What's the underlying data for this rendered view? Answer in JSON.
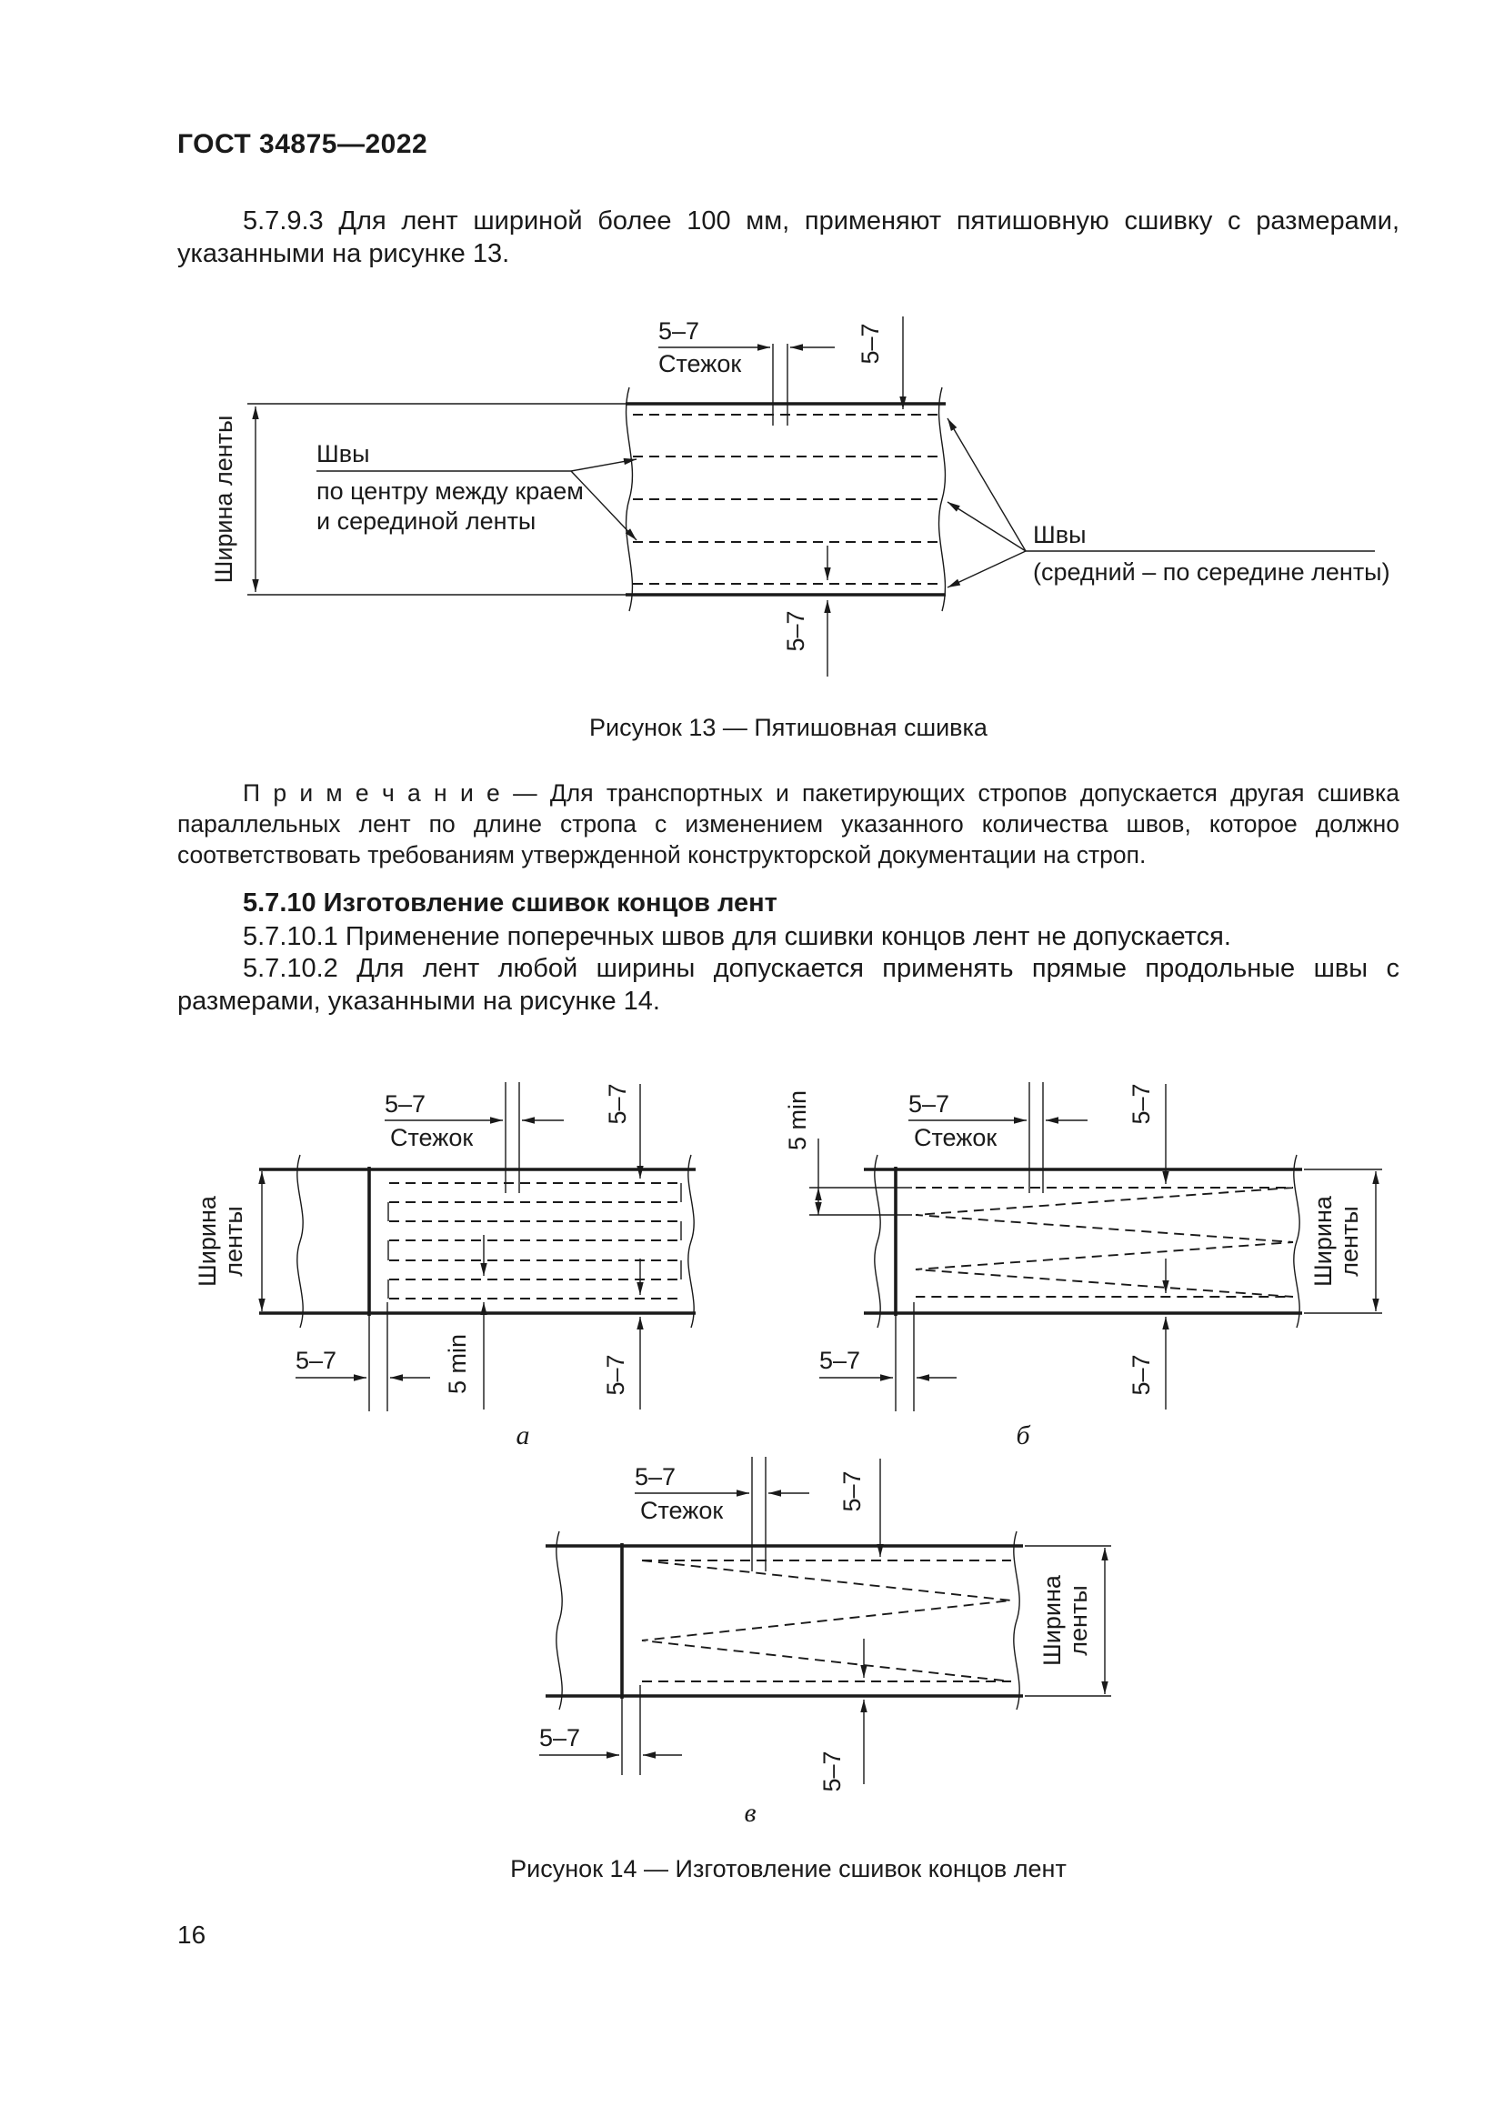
{
  "header": {
    "doc_number": "ГОСТ 34875—2022"
  },
  "paragraphs": {
    "p5793": "5.7.9.3 Для лент шириной более 100 мм, применяют пятишовную сшивку с размерами, указанными на рисунке 13.",
    "note": "П р и м е ч а н и е  — Для транспортных и пакетирующих стропов допускается другая сшивка параллельных лент по длине стропа с изменением указанного количества швов, которое должно соответствовать требованиям утвержденной конструкторской документации на строп.",
    "h5710": "5.7.10 Изготовление сшивок концов лент",
    "p57101": "5.7.10.1 Применение поперечных швов для сшивки концов лент не допускается.",
    "p57102": "5.7.10.2 Для лент любой ширины допускается применять прямые продольные швы с размерами, указанными на рисунке 14."
  },
  "figure13": {
    "caption": "Рисунок 13 — Пятишовная сшивка",
    "dim_57": "5–7",
    "stitch": "Стежок",
    "width_label": "Ширина ленты",
    "left_note_line1": "Швы",
    "left_note_line2": "по центру между краем",
    "left_note_line3": "и серединой ленты",
    "right_note_line1": "Швы",
    "right_note_line2": "(средний – по середине ленты)"
  },
  "figure14": {
    "caption": "Рисунок 14 — Изготовление сшивок концов лент",
    "dim_57": "5–7",
    "dim_5min": "5 min",
    "stitch": "Стежок",
    "width_line1": "Ширина",
    "width_line2": "ленты",
    "label_a": "а",
    "label_b": "б",
    "label_v": "в"
  },
  "footer": {
    "page_number": "16"
  }
}
